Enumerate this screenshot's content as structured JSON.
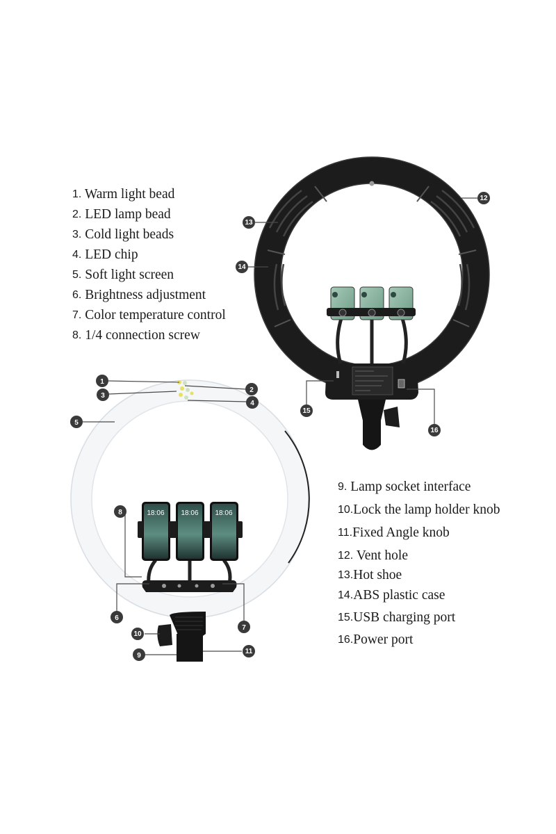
{
  "legend_left": [
    {
      "num": "1.",
      "label": "Warm light bead"
    },
    {
      "num": "2.",
      "label": "LED lamp bead"
    },
    {
      "num": "3.",
      "label": "Cold light beads"
    },
    {
      "num": "4.",
      "label": "LED chip"
    },
    {
      "num": "5.",
      "label": "Soft light screen"
    },
    {
      "num": "6.",
      "label": "Brightness adjustment"
    },
    {
      "num": "7.",
      "label": "Color temperature control"
    },
    {
      "num": "8.",
      "label": "1/4 connection screw"
    }
  ],
  "legend_right": [
    {
      "num": "9.",
      "label": "Lamp socket interface"
    },
    {
      "num": "10.",
      "label": "Lock the lamp holder knob"
    },
    {
      "num": "11.",
      "label": "Fixed Angle knob"
    },
    {
      "num": "12.",
      "label": "Vent hole"
    },
    {
      "num": "13.",
      "label": "Hot shoe"
    },
    {
      "num": "14.",
      "label": "ABS plastic case"
    },
    {
      "num": "15.",
      "label": "USB charging port"
    },
    {
      "num": "16.",
      "label": "Power port"
    }
  ],
  "callouts": [
    "1",
    "2",
    "3",
    "4",
    "5",
    "6",
    "7",
    "8",
    "9",
    "10",
    "11",
    "12",
    "13",
    "14",
    "15",
    "16"
  ],
  "phone_screen_time": "18:06",
  "colors": {
    "ring_dark": "#1c1c1c",
    "ring_light": "#ffffff",
    "phone_green": "#8fb8a6",
    "bead_yellow": "#e8e060",
    "callout": "#3a3a3a"
  }
}
